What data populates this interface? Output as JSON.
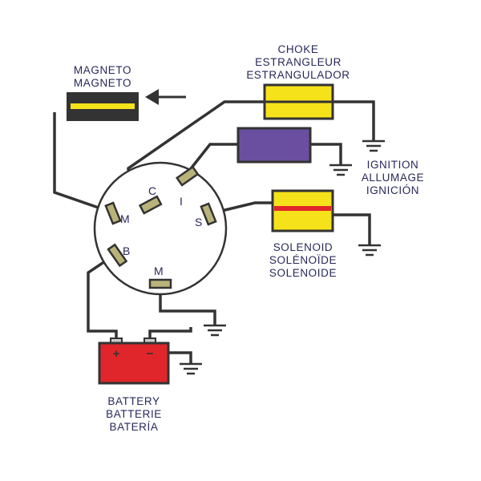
{
  "magneto": {
    "label_en": "MAGNETO",
    "label_fr": "MAGNETO",
    "color": "#333333",
    "stripe": "#f6e21a"
  },
  "choke": {
    "label_en": "CHOKE",
    "label_fr": "ESTRANGLEUR",
    "label_es": "ESTRANGULADOR",
    "color": "#f6e21a"
  },
  "ignition": {
    "label_en": "IGNITION",
    "label_fr": "ALLUMAGE",
    "label_es": "IGNICIÓN",
    "color": "#6a4fa0"
  },
  "solenoid": {
    "label_en": "SOLENOID",
    "label_fr": "SOLÉNOÏDE",
    "label_es": "SOLENOIDE",
    "color": "#f6e21a",
    "stripe": "#e0262b"
  },
  "battery": {
    "label_en": "BATTERY",
    "label_fr": "BATTERIE",
    "label_es": "BATERÍA",
    "plus": "+",
    "minus": "−",
    "color": "#e0262b"
  },
  "switch": {
    "terminals": {
      "m_top": "M",
      "c": "C",
      "i": "I",
      "s": "S",
      "b": "B",
      "m_bottom": "M"
    },
    "pin_color": "#b9b37a"
  },
  "wire_color": "#333333",
  "text_color": "#27285a"
}
